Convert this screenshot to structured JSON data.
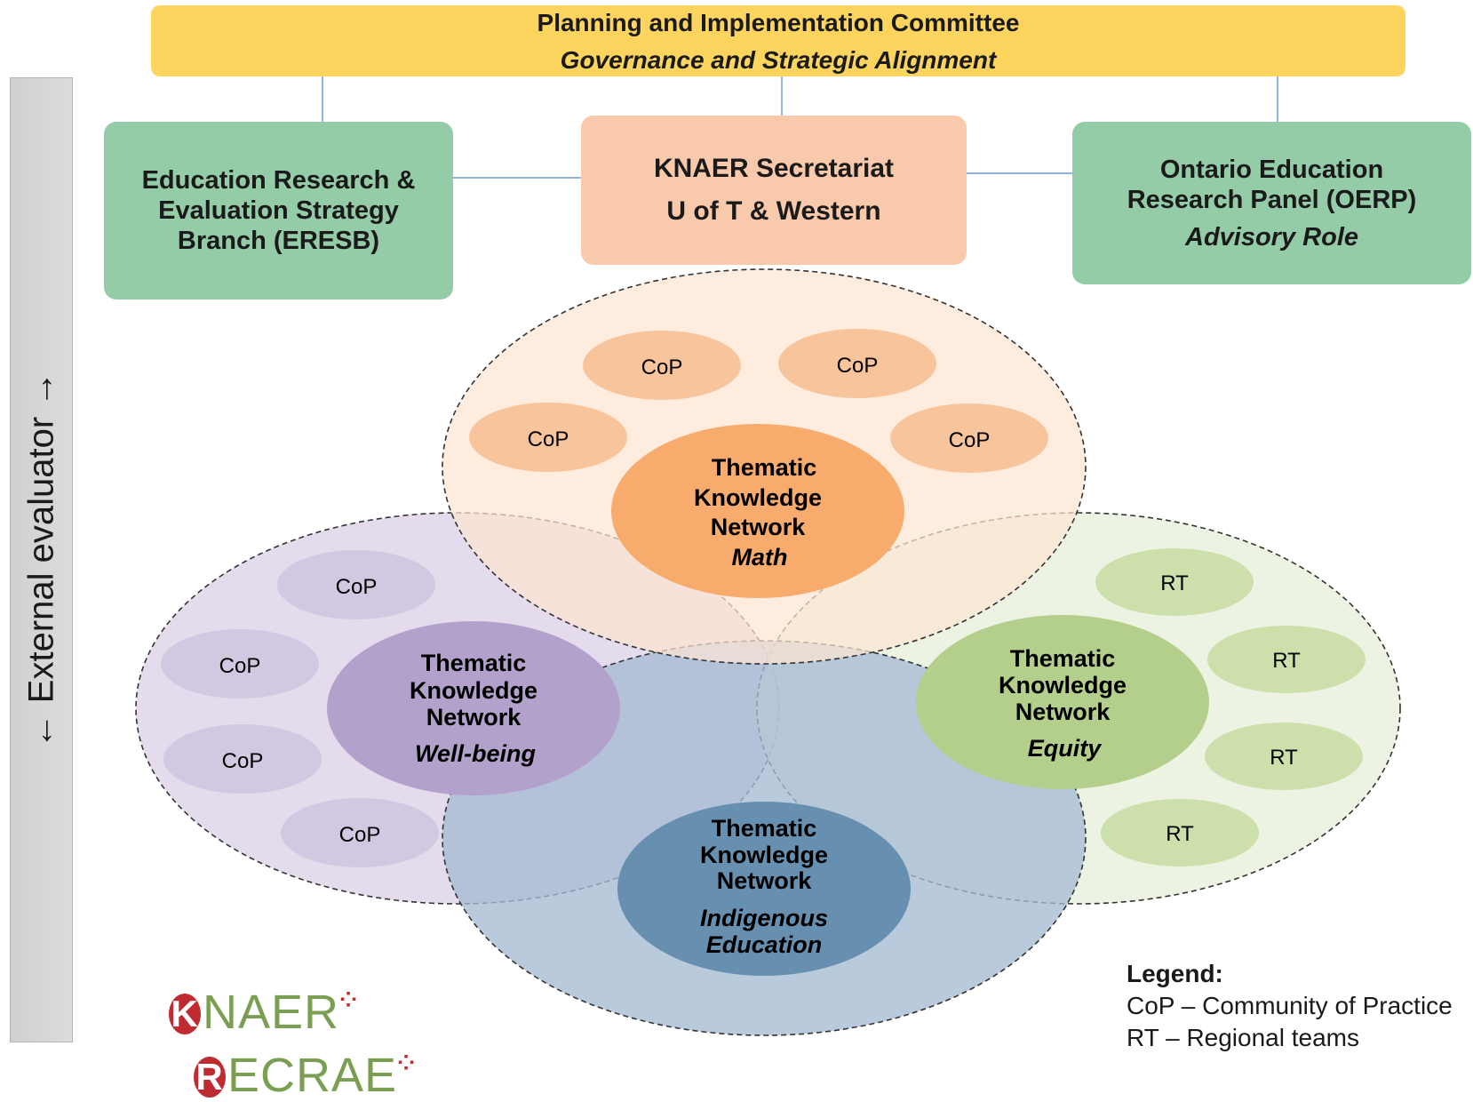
{
  "committee": {
    "title": "Planning and Implementation Committee",
    "subtitle": "Governance and Strategic Alignment"
  },
  "eresb": {
    "line1": "Education Research &",
    "line2": "Evaluation Strategy",
    "line3": "Branch (ERESB)"
  },
  "secretariat": {
    "line1": "KNAER Secretariat",
    "line2": "U of T & Western"
  },
  "oerp": {
    "line1": "Ontario Education",
    "line2": "Research Panel (OERP)",
    "role": "Advisory Role"
  },
  "evaluator": {
    "label": "← External evaluator →"
  },
  "network_title": {
    "line1": "Thematic",
    "line2": "Knowledge",
    "line3": "Network"
  },
  "networks": {
    "math": {
      "topic": "Math",
      "color": "#f7ac6d",
      "field": "#fde4d2"
    },
    "wellbeing": {
      "topic": "Well-being",
      "color": "#b2a1ca",
      "field": "#dfd6e9"
    },
    "equity": {
      "topic": "Equity",
      "color": "#b4cf8b",
      "field": "#e7efd9"
    },
    "indigenous": {
      "topic_line1": "Indigenous",
      "topic_line2": "Education",
      "color": "#668fb0",
      "field": "#a6bbd3"
    }
  },
  "satellite": {
    "cop": "CoP",
    "rt": "RT",
    "cop_math_color": "#f8c49b",
    "cop_wellbeing_color": "#d3c8e2",
    "rt_color": "#cde0ac"
  },
  "legend": {
    "title": "Legend:",
    "cop": "CoP – Community of Practice",
    "rt": "RT – Regional teams"
  },
  "logo": {
    "line1_initial": "K",
    "line1_rest": "NAER",
    "line2_initial": "R",
    "line2_rest": "ECRAE",
    "dots": "⁘"
  }
}
